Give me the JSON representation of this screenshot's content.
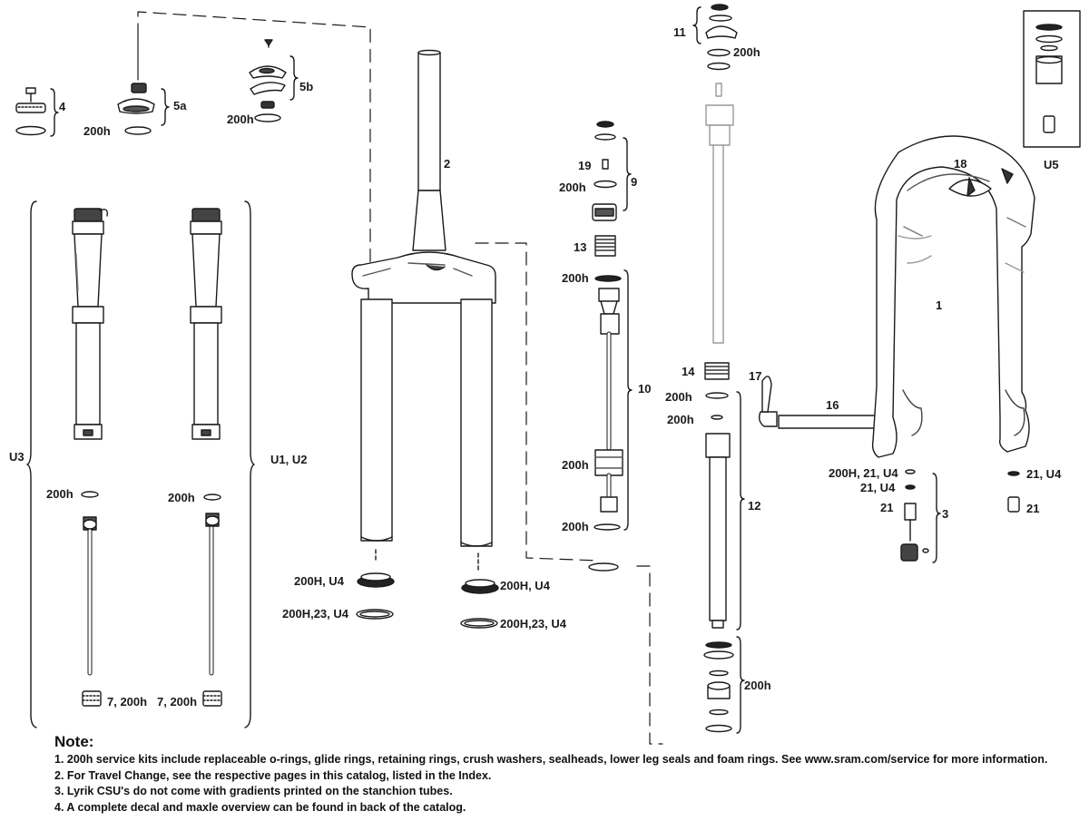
{
  "callouts": {
    "c1": "1",
    "c2": "2",
    "c3": "3",
    "c4": "4",
    "c5a": "5a",
    "c5b": "5b",
    "c9": "9",
    "c10": "10",
    "c11": "11",
    "c12": "12",
    "c13": "13",
    "c14": "14",
    "c16": "16",
    "c17": "17",
    "c18": "18",
    "c19": "19",
    "c200h_5a": "200h",
    "c200h_5b": "200h",
    "c200h_9": "200h",
    "c200h_10a": "200h",
    "c200h_10b": "200h",
    "c200h_10c": "200h",
    "c200h_11": "200h",
    "c200h_14a": "200h",
    "c200h_14b": "200h",
    "c200h_lu_left": "200h",
    "c200h_lu_right": "200h",
    "c200h_bottom": "200h",
    "c7_left": "7, 200h",
    "c7_right": "7, 200h",
    "c200H_U4_left": "200H, U4",
    "c200H_U4_right": "200H, U4",
    "c200H23_left": "200H,23, U4",
    "c200H23_right": "200H,23, U4",
    "c_3a": "200H, 21, U4",
    "c_3b": "21, U4",
    "c_3c": "21",
    "c_21U4": "21, U4",
    "c_21": "21",
    "cU1U2": "U1, U2",
    "cU3": "U3",
    "cU5": "U5"
  },
  "note": {
    "title": "Note:",
    "lines": [
      "1. 200h service kits include replaceable o-rings, glide rings, retaining rings, crush washers, sealheads, lower leg seals and foam rings. See www.sram.com/service for more information.",
      "2. For Travel Change, see the respective pages in this catalog, listed in the Index.",
      "3. Lyrik CSU's do not come with gradients printed on the stanchion tubes.",
      "4. A complete decal and maxle overview can be found in back of the catalog."
    ]
  }
}
